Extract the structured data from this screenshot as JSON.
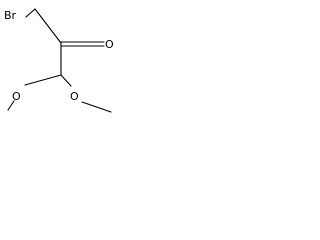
{
  "molecule": {
    "atoms": {
      "bromine": "Br",
      "carbonyl_oxygen": "O",
      "methoxy_oxygen_left": "O",
      "methoxy_oxygen_right": "O"
    },
    "colors": {
      "bond": "#000000",
      "text": "#000000",
      "background": "#ffffff"
    }
  }
}
